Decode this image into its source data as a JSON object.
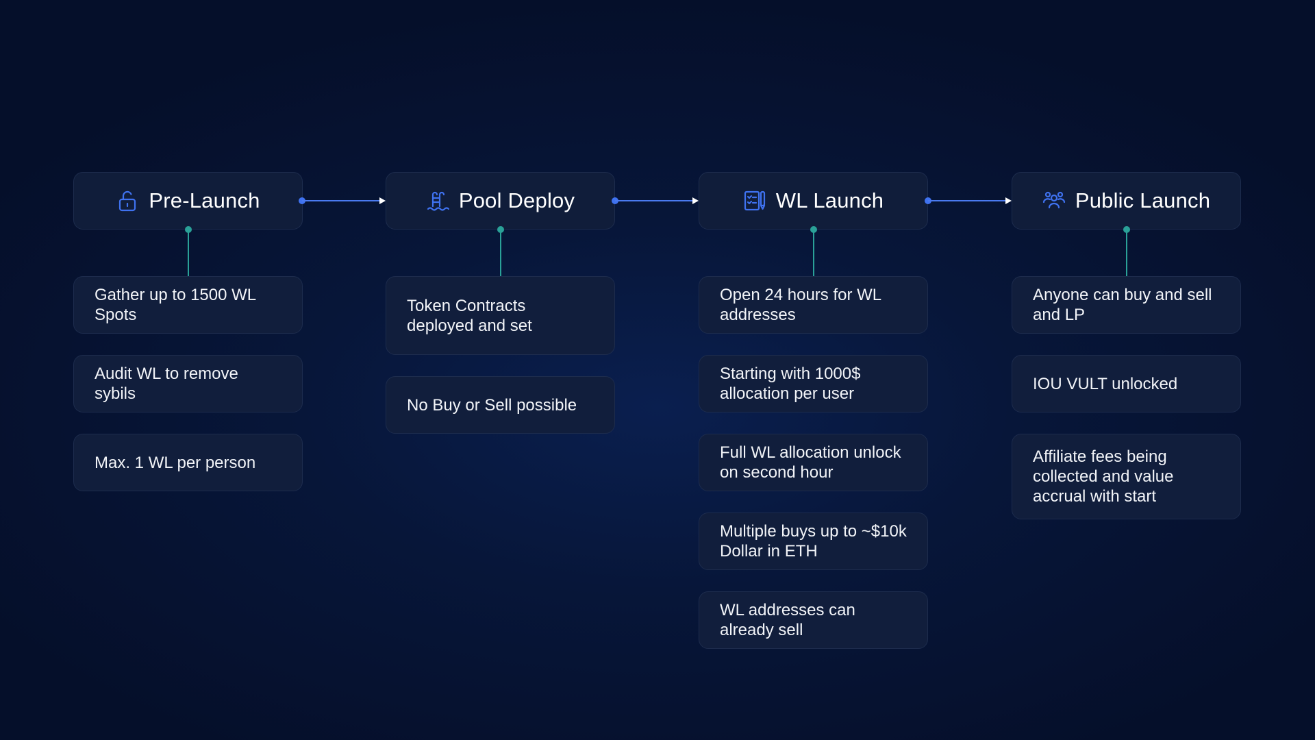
{
  "colors": {
    "background": "#061430",
    "card": "#111e3c",
    "accent_blue": "#3f72f0",
    "connector_teal": "#2aa198"
  },
  "stages": [
    {
      "title": "Pre-Launch",
      "icon": "unlock-icon",
      "items": [
        "Gather up to 1500 WL Spots",
        "Audit WL to remove sybils",
        "Max. 1 WL per person"
      ]
    },
    {
      "title": "Pool Deploy",
      "icon": "pool-ladder-icon",
      "items": [
        "Token Contracts deployed and set",
        "No Buy or Sell possible"
      ]
    },
    {
      "title": "WL Launch",
      "icon": "document-checklist-icon",
      "items": [
        "Open 24 hours for WL addresses",
        "Starting with 1000$ allocation per user",
        "Full WL allocation unlock on second hour",
        "Multiple buys up to ~$10k Dollar in ETH",
        "WL addresses can already sell"
      ]
    },
    {
      "title": "Public Launch",
      "icon": "users-group-icon",
      "items": [
        "Anyone can buy and sell and LP",
        "IOU VULT unlocked",
        "Affiliate fees being collected and value accrual with start"
      ]
    }
  ]
}
